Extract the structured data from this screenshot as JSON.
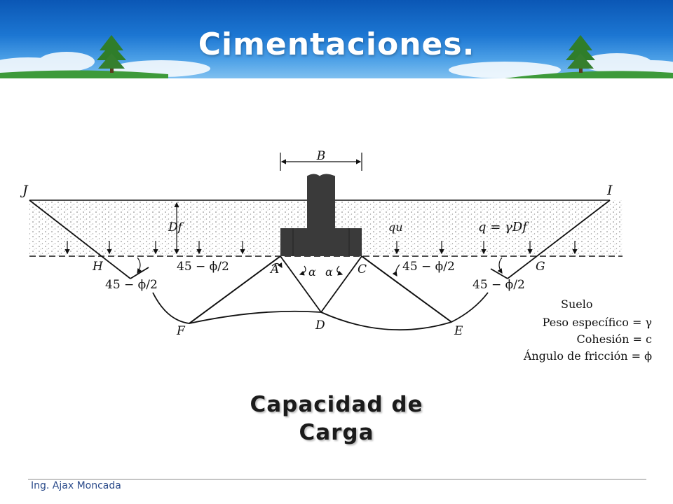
{
  "slide": {
    "title": "Cimentaciones.",
    "caption_line1": "Capacidad de",
    "caption_line2": "Carga",
    "footer": "Ing. Ajax Moncada"
  },
  "diagram": {
    "point_labels": {
      "J": "J",
      "I": "I",
      "H": "H",
      "G": "G",
      "A": "A",
      "C": "C",
      "F": "F",
      "D": "D",
      "E": "E"
    },
    "width_label": "B",
    "depth_label": "Df",
    "load_label": "qu",
    "surcharge_label": "q = γDf",
    "angle_left_A": "45 − ϕ/2",
    "angle_right_C": "45 − ϕ/2",
    "angle_H": "45 − ϕ/2",
    "angle_G": "45 − ϕ/2",
    "alpha": "α",
    "legend": {
      "title": "Suelo",
      "unit_weight": "Peso específico = γ",
      "cohesion": "Cohesión = c",
      "friction": "Ángulo de fricción = ϕ"
    }
  },
  "colors": {
    "header_dark": "#0b57b5",
    "header_light": "#7fc0f0",
    "footing": "#3a3a3a",
    "soil_dots": "#888888"
  }
}
